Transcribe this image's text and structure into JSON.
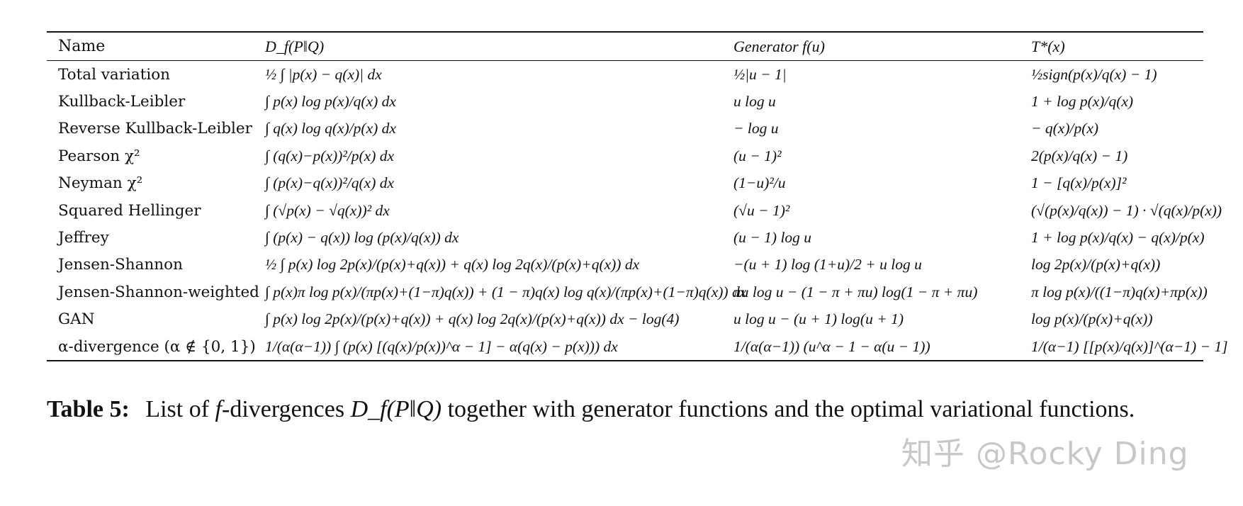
{
  "table": {
    "headers": [
      "Name",
      "D_f(P‖Q)",
      "Generator f(u)",
      "T*(x)"
    ],
    "rows": [
      [
        "Total variation",
        "½ ∫ |p(x) − q(x)| dx",
        "½|u − 1|",
        "½sign(p(x)/q(x) − 1)"
      ],
      [
        "Kullback-Leibler",
        "∫ p(x) log p(x)/q(x) dx",
        "u log u",
        "1 + log p(x)/q(x)"
      ],
      [
        "Reverse Kullback-Leibler",
        "∫ q(x) log q(x)/p(x) dx",
        "− log u",
        "− q(x)/p(x)"
      ],
      [
        "Pearson χ²",
        "∫ (q(x)−p(x))²/p(x) dx",
        "(u − 1)²",
        "2(p(x)/q(x) − 1)"
      ],
      [
        "Neyman χ²",
        "∫ (p(x)−q(x))²/q(x) dx",
        "(1−u)²/u",
        "1 − [q(x)/p(x)]²"
      ],
      [
        "Squared Hellinger",
        "∫ (√p(x) − √q(x))² dx",
        "(√u − 1)²",
        "(√(p(x)/q(x)) − 1) · √(q(x)/p(x))"
      ],
      [
        "Jeffrey",
        "∫ (p(x) − q(x)) log (p(x)/q(x)) dx",
        "(u − 1) log u",
        "1 + log p(x)/q(x) − q(x)/p(x)"
      ],
      [
        "Jensen-Shannon",
        "½ ∫ p(x) log 2p(x)/(p(x)+q(x)) + q(x) log 2q(x)/(p(x)+q(x)) dx",
        "−(u + 1) log (1+u)/2 + u log u",
        "log 2p(x)/(p(x)+q(x))"
      ],
      [
        "Jensen-Shannon-weighted",
        "∫ p(x)π log p(x)/(πp(x)+(1−π)q(x)) + (1 − π)q(x) log q(x)/(πp(x)+(1−π)q(x)) dx",
        "πu log u − (1 − π + πu) log(1 − π + πu)",
        "π log p(x)/((1−π)q(x)+πp(x))"
      ],
      [
        "GAN",
        "∫ p(x) log 2p(x)/(p(x)+q(x)) + q(x) log 2q(x)/(p(x)+q(x)) dx − log(4)",
        "u log u − (u + 1) log(u + 1)",
        "log p(x)/(p(x)+q(x))"
      ],
      [
        "α-divergence (α ∉ {0, 1})",
        "1/(α(α−1)) ∫ (p(x) [(q(x)/p(x))^α − 1] − α(q(x) − p(x))) dx",
        "1/(α(α−1)) (u^α − 1 − α(u − 1))",
        "1/(α−1) [[p(x)/q(x)]^(α−1) − 1]"
      ]
    ]
  },
  "caption": {
    "label": "Table 5:",
    "text_before": "List of",
    "math_f": "f",
    "text_mid": "-divergences",
    "math_dpq": "D_f(P‖Q)",
    "text_after": "together with generator functions and the optimal variational functions."
  },
  "watermark": "知乎 @Rocky Ding"
}
